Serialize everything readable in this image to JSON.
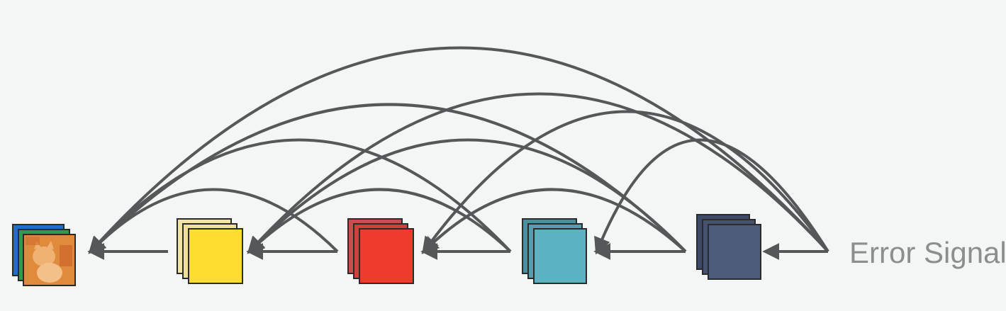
{
  "diagram": {
    "error_signal_label": "Error Signal",
    "arrow_color": "#555758",
    "background_color": "#f4f5f5",
    "blocks": [
      {
        "id": "input-image",
        "name": "input-image-stack",
        "kind": "image",
        "layer_colors": [
          "#1f6fc9",
          "#2e9d4a",
          "#e08a3c"
        ]
      },
      {
        "id": "layer-1",
        "name": "layer-1-stack",
        "kind": "feature",
        "front": "#ffdd2e",
        "back": "#f3e3a4"
      },
      {
        "id": "layer-2",
        "name": "layer-2-stack",
        "kind": "feature",
        "front": "#ef3b2c",
        "back": "#c8504c"
      },
      {
        "id": "layer-3",
        "name": "layer-3-stack",
        "kind": "feature",
        "front": "#5bb2c1",
        "back": "#4a8fa0"
      },
      {
        "id": "layer-4",
        "name": "layer-4-stack",
        "kind": "feature",
        "front": "#4d5c7b",
        "back": "#3e4966"
      }
    ],
    "connections": [
      {
        "from": "error-signal",
        "to": "layer-4",
        "type": "direct"
      },
      {
        "from": "layer-4",
        "to": "layer-3",
        "type": "direct"
      },
      {
        "from": "layer-3",
        "to": "layer-2",
        "type": "direct"
      },
      {
        "from": "layer-2",
        "to": "layer-1",
        "type": "direct"
      },
      {
        "from": "layer-1",
        "to": "input-image",
        "type": "direct"
      },
      {
        "from": "layer-4",
        "to": "layer-2",
        "type": "skip"
      },
      {
        "from": "layer-3",
        "to": "layer-1",
        "type": "skip"
      },
      {
        "from": "layer-2",
        "to": "input-image",
        "type": "skip"
      },
      {
        "from": "error-signal",
        "to": "layer-3",
        "type": "skip"
      },
      {
        "from": "layer-4",
        "to": "layer-1",
        "type": "skip"
      },
      {
        "from": "layer-3",
        "to": "input-image",
        "type": "skip"
      },
      {
        "from": "error-signal",
        "to": "layer-2",
        "type": "skip"
      },
      {
        "from": "layer-4",
        "to": "input-image",
        "type": "skip"
      },
      {
        "from": "error-signal",
        "to": "layer-1",
        "type": "skip"
      },
      {
        "from": "error-signal",
        "to": "input-image",
        "type": "skip"
      }
    ]
  }
}
